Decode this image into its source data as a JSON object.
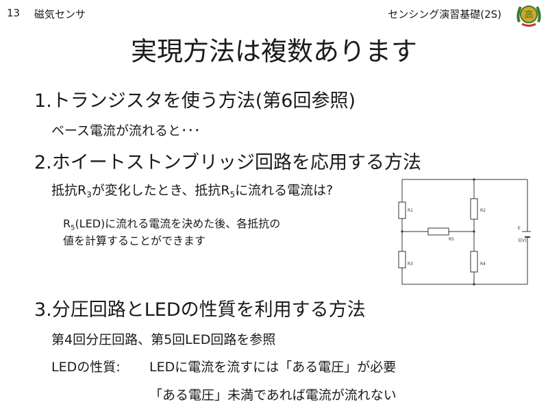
{
  "header": {
    "slide_number": "13",
    "section": "磁気センサ",
    "course": "センシング演習基礎(2S)"
  },
  "title": "実現方法は複数あります",
  "method1": {
    "heading": "1.トランジスタを使う方法(第6回参照)",
    "note": "ベース電流が流れると･･･"
  },
  "method2": {
    "heading": "2.ホイートストンブリッジ回路を応用する方法",
    "question": {
      "part1": "抵抗R",
      "sub1": "3",
      "part2": "が変化したとき、抵抗R",
      "sub2": "5",
      "part3": "に流れる電流は?"
    },
    "detail": {
      "r": "R",
      "sub": "5",
      "line1_rest": "(LED)に流れる電流を決めた後、各抵抗の",
      "line2": "値を計算することができます"
    }
  },
  "circuit": {
    "labels": {
      "r1": "R1",
      "r2": "R2",
      "r3": "R3",
      "r4": "R4",
      "r5": "R5",
      "source_name": "E",
      "source_value": "5[V]"
    },
    "colors": {
      "wire": "#333333"
    }
  },
  "method3": {
    "heading": "3.分圧回路とLEDの性質を利用する方法",
    "ref": "第4回分圧回路、第5回LED回路を参照",
    "property_label": "LEDの性質:",
    "property_line1": "LEDに電流を流すには「ある電圧」が必要",
    "property_line2": "「ある電圧」未満であれば電流が流れない"
  },
  "logo": {
    "glyph": "高",
    "colors": {
      "green": "#3a7a2e",
      "gold": "#d4a62a",
      "red": "#c0392b"
    }
  }
}
